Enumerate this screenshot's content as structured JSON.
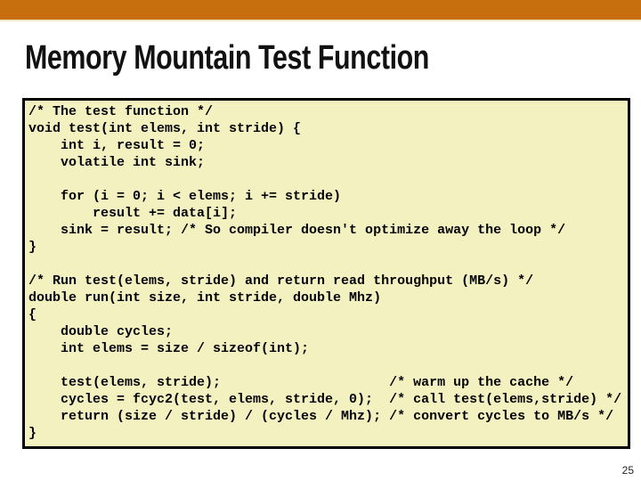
{
  "slide": {
    "title": "Memory Mountain Test Function",
    "page_number": "25"
  },
  "code": {
    "lines": [
      "/* The test function */",
      "void test(int elems, int stride) {",
      "    int i, result = 0;",
      "    volatile int sink;",
      "",
      "    for (i = 0; i < elems; i += stride)",
      "        result += data[i];",
      "    sink = result; /* So compiler doesn't optimize away the loop */",
      "}",
      "",
      "/* Run test(elems, stride) and return read throughput (MB/s) */",
      "double run(int size, int stride, double Mhz)",
      "{",
      "    double cycles;",
      "    int elems = size / sizeof(int);",
      "",
      "    test(elems, stride);                     /* warm up the cache */",
      "    cycles = fcyc2(test, elems, stride, 0);  /* call test(elems,stride) */",
      "    return (size / stride) / (cycles / Mhz); /* convert cycles to MB/s */",
      "}"
    ]
  },
  "colors": {
    "accent_bar": "#C76E0E",
    "accent_stripe": "#F0E9C5",
    "code_background": "#F4F1C1",
    "code_border": "#000000",
    "title_text": "#111111"
  }
}
